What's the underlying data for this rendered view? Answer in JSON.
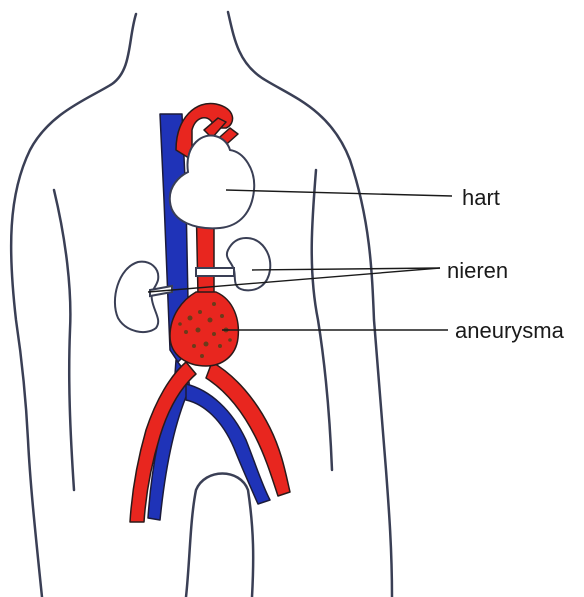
{
  "labels": {
    "heart": "hart",
    "kidneys": "nieren",
    "aneurysm": "aneurysma"
  },
  "colors": {
    "outline": "#3a3f55",
    "artery": "#e8261f",
    "vein": "#1f33b8",
    "leader_line": "#1a1a1a",
    "aneurysm_texture": "#6b3b1a"
  }
}
